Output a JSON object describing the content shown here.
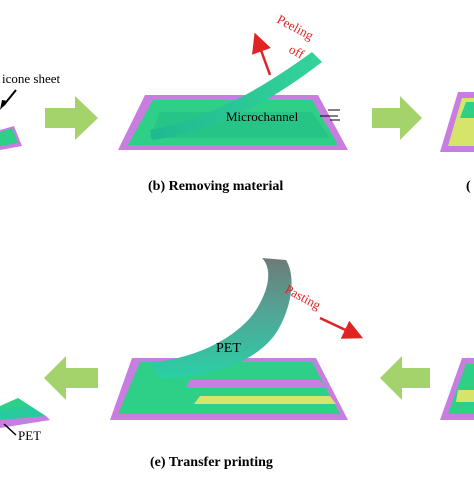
{
  "labels": {
    "silicone_sheet": "icone sheet",
    "peeling_off_line1": "Peeling",
    "peeling_off_line2": "off",
    "microchannel": "Microchannel",
    "pasting": "Pasting",
    "pet_top": "PET",
    "pet_bottom": "PET"
  },
  "captions": {
    "b": "(b) Removing material",
    "b_next_fragment": "(",
    "e": "(e) Transfer printing"
  },
  "colors": {
    "substrate_purple": "#c77ee0",
    "green_layer": "#2ecf86",
    "teal_sheet": "#26c9a4",
    "yellow_channel": "#d6e46a",
    "process_arrow": "#a3d36a",
    "peel_arrow": "#e02424",
    "pet_film_dark": "#6f7a78"
  }
}
